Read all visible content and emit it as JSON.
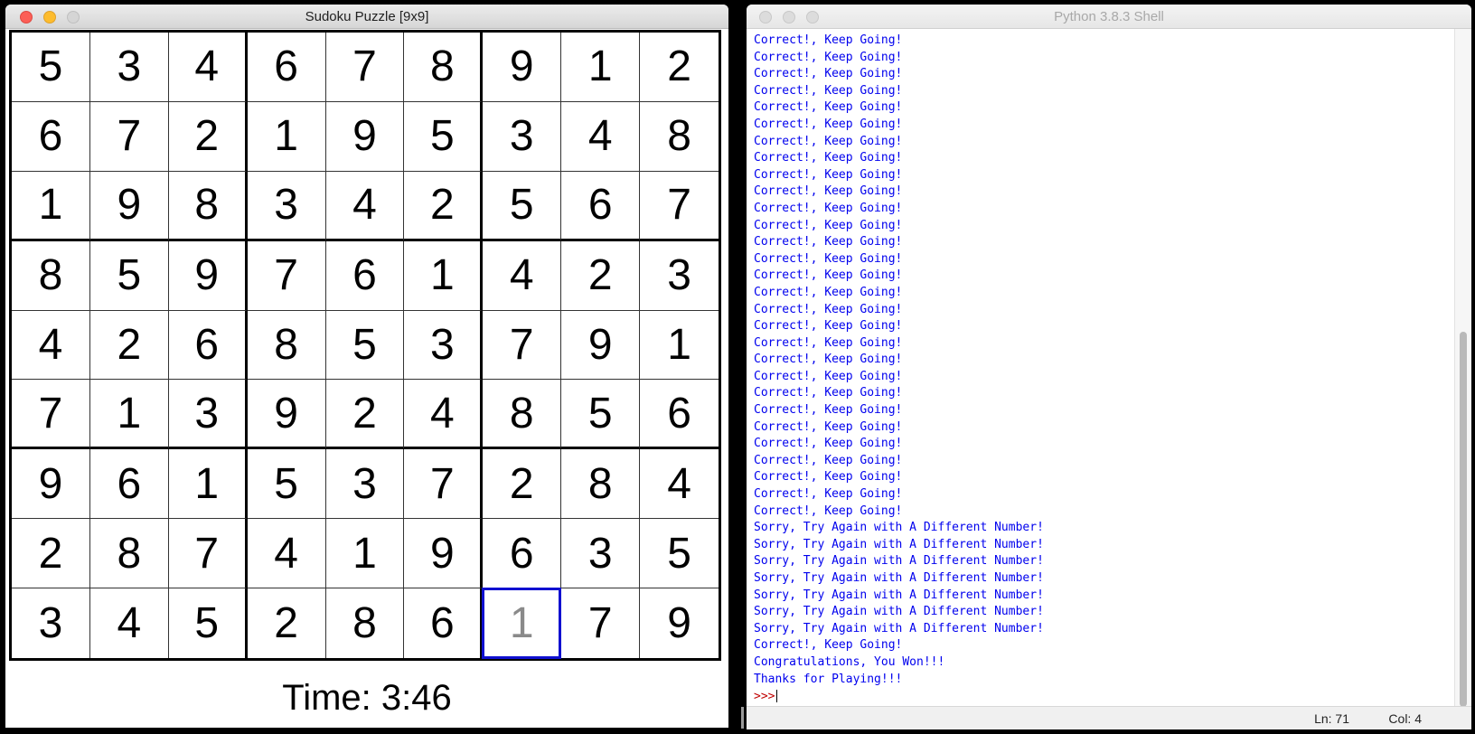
{
  "sudoku_window": {
    "title": "Sudoku Puzzle [9x9]",
    "board": [
      [
        "5",
        "3",
        "4",
        "6",
        "7",
        "8",
        "9",
        "1",
        "2"
      ],
      [
        "6",
        "7",
        "2",
        "1",
        "9",
        "5",
        "3",
        "4",
        "8"
      ],
      [
        "1",
        "9",
        "8",
        "3",
        "4",
        "2",
        "5",
        "6",
        "7"
      ],
      [
        "8",
        "5",
        "9",
        "7",
        "6",
        "1",
        "4",
        "2",
        "3"
      ],
      [
        "4",
        "2",
        "6",
        "8",
        "5",
        "3",
        "7",
        "9",
        "1"
      ],
      [
        "7",
        "1",
        "3",
        "9",
        "2",
        "4",
        "8",
        "5",
        "6"
      ],
      [
        "9",
        "6",
        "1",
        "5",
        "3",
        "7",
        "2",
        "8",
        "4"
      ],
      [
        "2",
        "8",
        "7",
        "4",
        "1",
        "9",
        "6",
        "3",
        "5"
      ],
      [
        "3",
        "4",
        "5",
        "2",
        "8",
        "6",
        "1",
        "7",
        "9"
      ]
    ],
    "selected_cell": {
      "row": 8,
      "col": 6
    },
    "timer_text": "Time:  3:46",
    "colors": {
      "selection_border": "#1010d0",
      "selected_digit": "#8a8a8a"
    }
  },
  "shell_window": {
    "title": "Python 3.8.3 Shell",
    "output_lines": [
      "Correct!, Keep Going!",
      "Correct!, Keep Going!",
      "Correct!, Keep Going!",
      "Correct!, Keep Going!",
      "Correct!, Keep Going!",
      "Correct!, Keep Going!",
      "Correct!, Keep Going!",
      "Correct!, Keep Going!",
      "Correct!, Keep Going!",
      "Correct!, Keep Going!",
      "Correct!, Keep Going!",
      "Correct!, Keep Going!",
      "Correct!, Keep Going!",
      "Correct!, Keep Going!",
      "Correct!, Keep Going!",
      "Correct!, Keep Going!",
      "Correct!, Keep Going!",
      "Correct!, Keep Going!",
      "Correct!, Keep Going!",
      "Correct!, Keep Going!",
      "Correct!, Keep Going!",
      "Correct!, Keep Going!",
      "Correct!, Keep Going!",
      "Correct!, Keep Going!",
      "Correct!, Keep Going!",
      "Correct!, Keep Going!",
      "Correct!, Keep Going!",
      "Correct!, Keep Going!",
      "Correct!, Keep Going!",
      "Sorry, Try Again with A Different Number!",
      "Sorry, Try Again with A Different Number!",
      "Sorry, Try Again with A Different Number!",
      "Sorry, Try Again with A Different Number!",
      "Sorry, Try Again with A Different Number!",
      "Sorry, Try Again with A Different Number!",
      "Sorry, Try Again with A Different Number!",
      "Correct!, Keep Going!",
      "Congratulations, You Won!!!",
      "Thanks for Playing!!!"
    ],
    "prompt": ">>>",
    "status": {
      "line": "Ln: 71",
      "col": "Col: 4"
    },
    "colors": {
      "output": "#0000ee",
      "prompt": "#c00000"
    }
  }
}
